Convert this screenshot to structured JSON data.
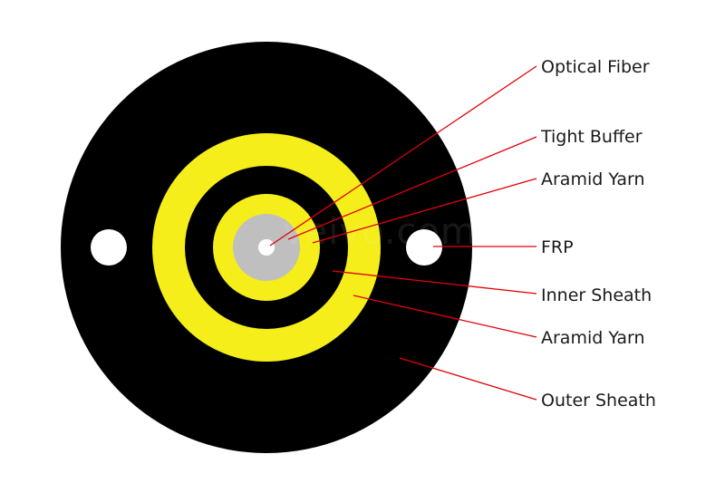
{
  "colors": {
    "outer_sheath": "#000000",
    "aramid_yarn": "#f5ee1a",
    "inner_sheath": "#000000",
    "tight_buffer": "#f5ee1a",
    "fiber_cladding": "#bfbfbf",
    "fiber_core": "#ffffff",
    "frp": "#ffffff",
    "leader_line": "#e0000a",
    "label_text": "#1a1a1a"
  },
  "watermark": "veivo.com",
  "labels": {
    "optical_fiber": "Optical Fiber",
    "tight_buffer": "Tight Buffer",
    "aramid_yarn_inner": "Aramid Yarn",
    "frp": "FRP",
    "inner_sheath": "Inner Sheath",
    "aramid_yarn_outer": "Aramid Yarn",
    "outer_sheath": "Outer Sheath"
  }
}
